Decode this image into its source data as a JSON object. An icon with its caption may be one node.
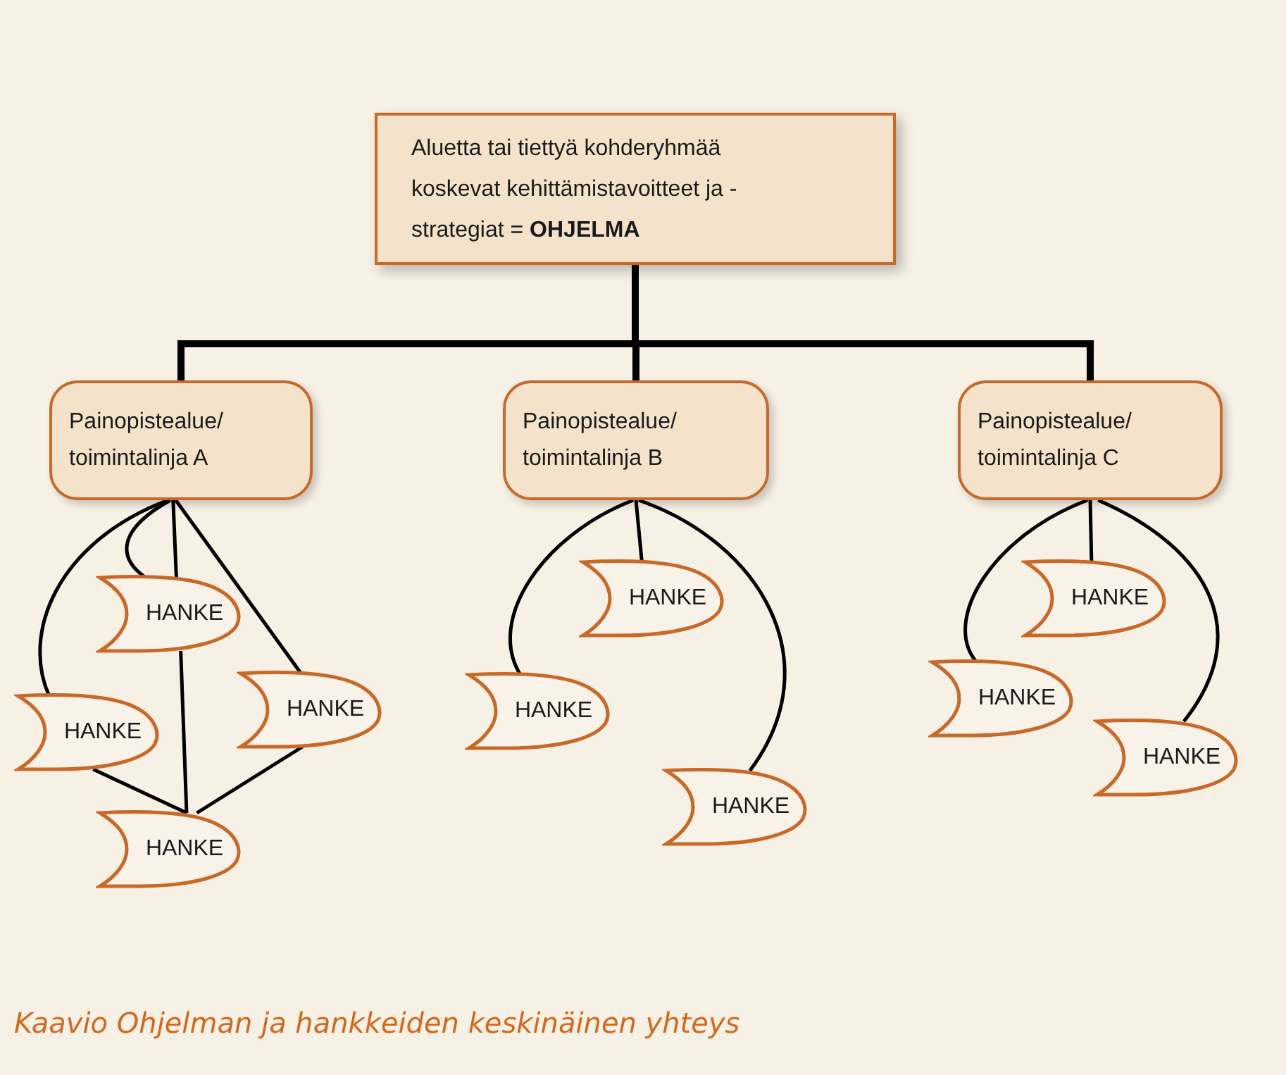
{
  "diagram": {
    "caption": "Kaavio Ohjelman ja hankkeiden keskinäinen yhteys",
    "nodes": [
      {
        "text": [
          "Aluetta tai tiettyä kohderyhmää koskevat kehittämistavoitteet ja -strategiat = **OHJELMA**"
        ]
      },
      {
        "text": [
          "Painopistealue/ toimintalinja A"
        ]
      },
      {
        "text": [
          "Painopistealue/ toimintalinja B"
        ]
      },
      {
        "text": [
          "Painopistealue/ toimintalinja C"
        ]
      },
      {
        "text": [
          "HANKE"
        ]
      },
      {
        "text": [
          "HANKE"
        ]
      },
      {
        "text": [
          "HANKE"
        ]
      },
      {
        "text": [
          "HANKE"
        ]
      },
      {
        "text": [
          "HANKE"
        ]
      },
      {
        "text": [
          "HANKE"
        ]
      },
      {
        "text": [
          "HANKE"
        ]
      },
      {
        "text": [
          "HANKE"
        ]
      },
      {
        "text": [
          "HANKE"
        ]
      },
      {
        "text": [
          "HANKE"
        ]
      }
    ],
    "edges": [
      {
        "from": 0,
        "to": 1,
        "arrow": "none",
        "style": "thick"
      },
      {
        "from": 0,
        "to": 2,
        "arrow": "none",
        "style": "thick"
      },
      {
        "from": 0,
        "to": 3,
        "arrow": "none",
        "style": "thick"
      },
      {
        "from": 1,
        "to": 4,
        "arrow": "none"
      },
      {
        "from": 1,
        "to": 4,
        "arrow": "none"
      },
      {
        "from": 1,
        "to": 5,
        "arrow": "none"
      },
      {
        "from": 1,
        "to": 6,
        "arrow": "none"
      },
      {
        "from": 4,
        "to": 7,
        "arrow": "none"
      },
      {
        "from": 5,
        "to": 7,
        "arrow": "none"
      },
      {
        "from": 6,
        "to": 7,
        "arrow": "none"
      },
      {
        "from": 2,
        "to": 8,
        "arrow": "none"
      },
      {
        "from": 2,
        "to": 9,
        "arrow": "none"
      },
      {
        "from": 2,
        "to": 10,
        "arrow": "none"
      },
      {
        "from": 3,
        "to": 11,
        "arrow": "none"
      },
      {
        "from": 3,
        "to": 12,
        "arrow": "none"
      },
      {
        "from": 3,
        "to": 13,
        "arrow": "none"
      }
    ]
  }
}
